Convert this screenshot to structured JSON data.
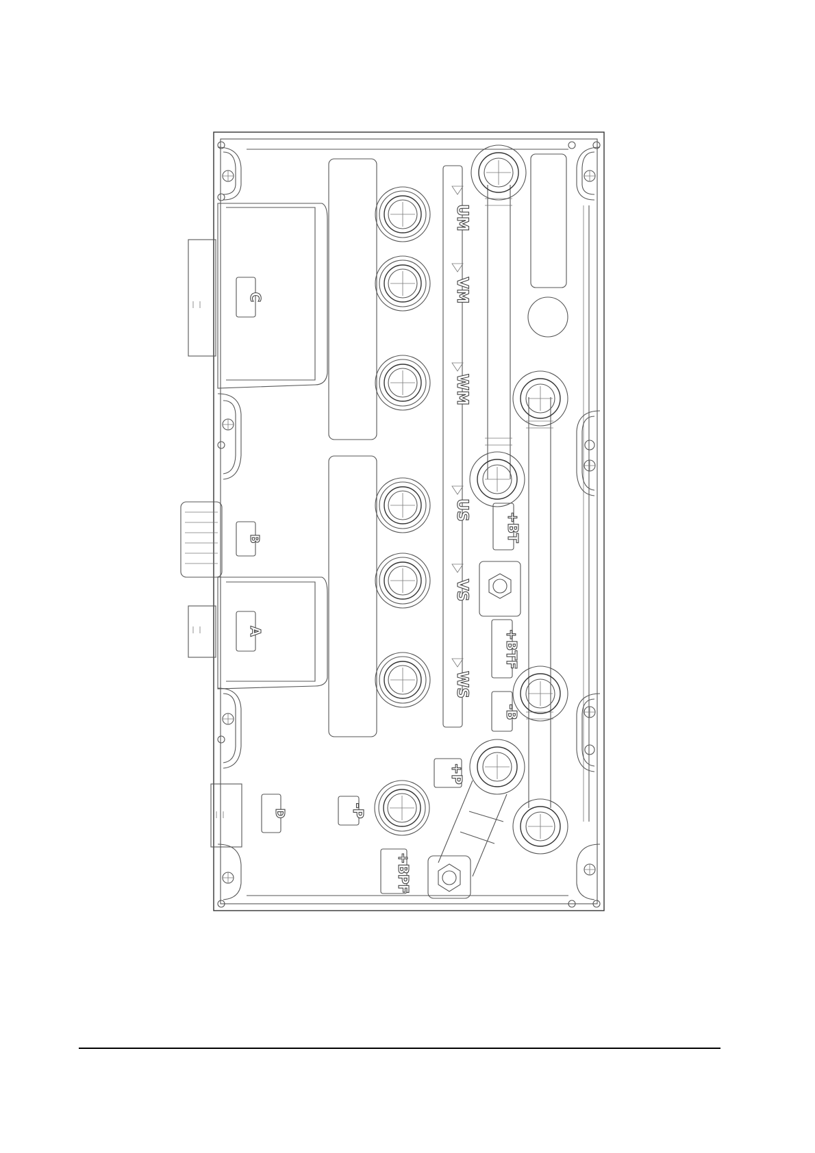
{
  "diagram": {
    "connectors": {
      "c": "C",
      "b": "B",
      "a": "A",
      "d": "D"
    },
    "terminals": {
      "um": "UM",
      "vm": "VM",
      "wm": "WM",
      "us": "US",
      "vs": "VS",
      "ws": "WS",
      "bt_plus": "+BT",
      "btf_plus": "+BTF",
      "b_minus": "-B",
      "p_plus": "+P",
      "p_minus": "-P",
      "bpf_plus": "+BPF"
    }
  }
}
